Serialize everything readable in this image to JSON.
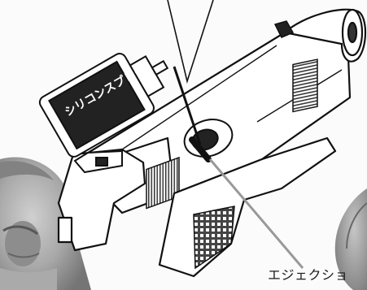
{
  "illustration": {
    "subject": "handgun-cleaning-diagram",
    "part_label": "エジェクショ",
    "spray_can_text": "シリコンスプレー",
    "colors": {
      "line": "#111111",
      "paper": "#ffffff",
      "photo_gray": "#8a8a8a",
      "hatch": "#333333"
    }
  }
}
